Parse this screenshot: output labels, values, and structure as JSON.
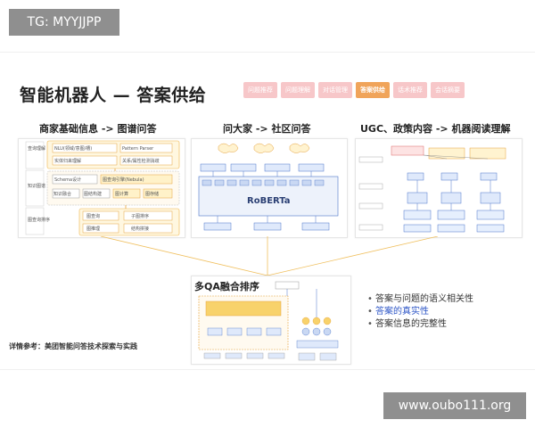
{
  "overlay": {
    "top_left_tag": "TG: MYYJJPP",
    "bottom_right_tag": "www.oubo111.org"
  },
  "slide": {
    "title": "智能机器人 — 答案供给",
    "nav_chips": [
      {
        "label": "问题推荐",
        "active": false
      },
      {
        "label": "问题理解",
        "active": false
      },
      {
        "label": "对话管理",
        "active": false
      },
      {
        "label": "答案供给",
        "active": true
      },
      {
        "label": "话术推荐",
        "active": false
      },
      {
        "label": "会话摘要",
        "active": false
      }
    ],
    "columns": [
      {
        "title": "商家基础信息 -> 图谱问答"
      },
      {
        "title": "问大家 -> 社区问答"
      },
      {
        "title": "UGC、政策内容 -> 机器阅读理解"
      }
    ],
    "panel1": {
      "row_labels": [
        "查询理解",
        "知识图谱",
        "图查询排序"
      ],
      "boxes": [
        "NLU(领域/意图/槽)",
        "Pattern Parser",
        "实体归来理解",
        "关系/属性检测消歧",
        "Schema设计",
        "图查询引擎(Nebula)",
        "知识融合",
        "图结构建",
        "图计算",
        "图存储",
        "图查询",
        "子图排序",
        "图推理",
        "结构拼接"
      ]
    },
    "panel2": {
      "model_label": "RoBERTa"
    },
    "bottom": {
      "title": "多QA融合排序",
      "bullets": [
        {
          "text": "答案与问题的语义相关性",
          "highlight": false
        },
        {
          "text": "答案的真实性",
          "highlight": true
        },
        {
          "text": "答案信息的完整性",
          "highlight": false
        }
      ]
    },
    "reference": "详情参考：美团智能问答技术探索与实践"
  }
}
